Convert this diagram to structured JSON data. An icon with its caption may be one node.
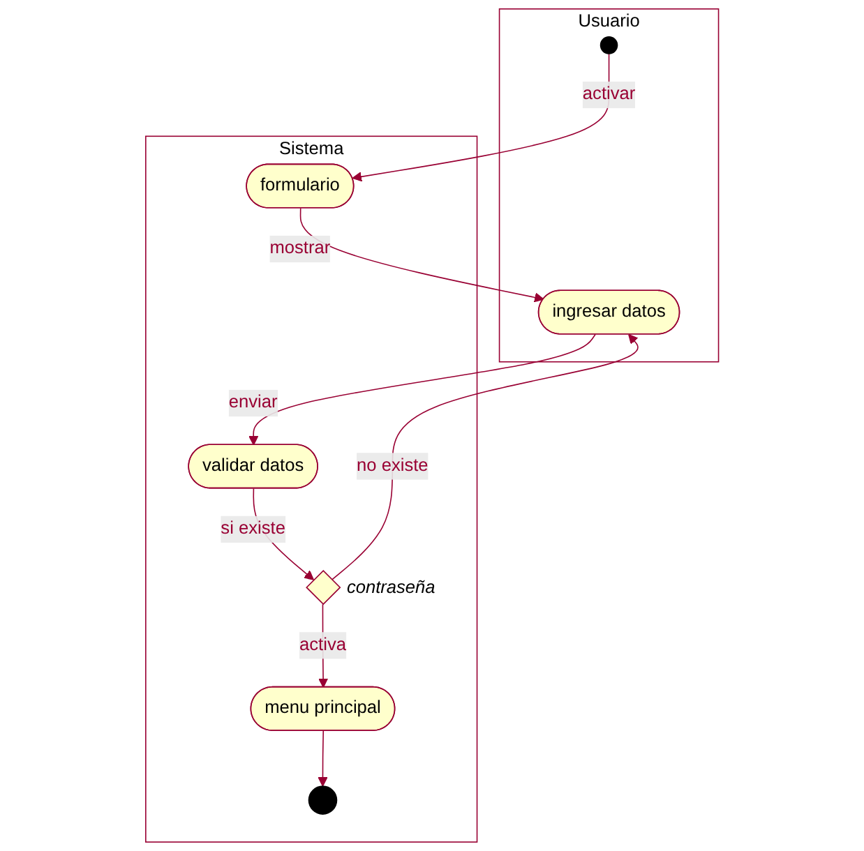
{
  "diagram": {
    "nodes": [
      {
        "text": [
          "Usuario"
        ]
      },
      {
        "text": [
          "Sistema"
        ]
      },
      {
        "text": [],
        "shape": "circle",
        "in": 0
      },
      {
        "text": [
          "formulario"
        ],
        "in": 1
      },
      {
        "text": [
          "ingresar datos"
        ],
        "in": 0
      },
      {
        "text": [
          "validar datos"
        ],
        "in": 1
      },
      {
        "text": [],
        "shape": "diamond",
        "in": 1,
        "beside": [
          "contraseña"
        ]
      },
      {
        "text": [
          "menu principal"
        ],
        "in": 1
      },
      {
        "text": [],
        "shape": "bullseye",
        "in": 1
      }
    ],
    "edges": [
      {
        "from": 2,
        "to": 3,
        "arrow": "to",
        "label": "activar"
      },
      {
        "from": 3,
        "to": 4,
        "arrow": "to",
        "label": "mostrar"
      },
      {
        "from": 4,
        "to": 5,
        "arrow": "to",
        "label": "enviar"
      },
      {
        "from": 5,
        "to": 6,
        "arrow": "to",
        "label": "si existe"
      },
      {
        "from": 6,
        "to": 4,
        "arrow": "to",
        "label": "no existe"
      },
      {
        "from": 6,
        "to": 7,
        "arrow": "to",
        "label": "activa"
      },
      {
        "from": 7,
        "to": 8,
        "arrow": "to"
      }
    ]
  }
}
